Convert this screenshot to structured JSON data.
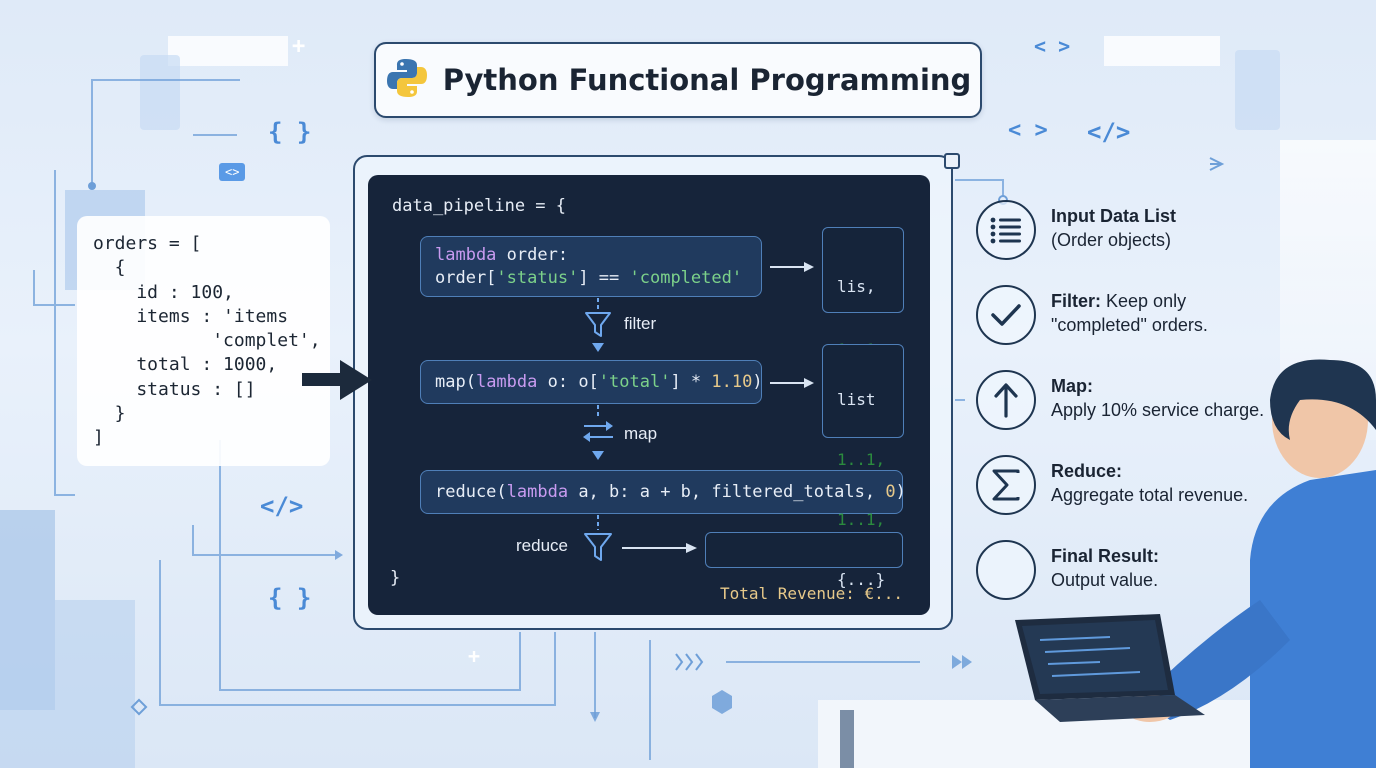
{
  "title": "Python Functional Programming",
  "icons": {
    "logo": "python-logo-icon"
  },
  "orders_card": {
    "lines": [
      "orders = [",
      "  {",
      "    id : 100,",
      "    items : 'items",
      "           'complet',",
      "    total : 1000,",
      "    status : []",
      "  }",
      "]"
    ]
  },
  "code_panel": {
    "open": "data_pipeline = {",
    "close": "}",
    "stage1": {
      "line1_kw": "lambda",
      "line1_rest": " order:",
      "line2_a": "order[",
      "line2_str1": "'status'",
      "line2_b": "] == ",
      "line2_str2": "'completed'"
    },
    "stage2": {
      "a": "map(",
      "kw": "lambda",
      "b": " o: o[",
      "str": "'total'",
      "c": "] * ",
      "num": "1.10",
      "d": ")"
    },
    "stage3": {
      "a": "reduce(",
      "kw": "lambda",
      "b": " a, b: a + b, filtered_totals, ",
      "num": "0",
      "c": ")"
    },
    "out1": [
      "lis,",
      "1..1,",
      "[...]"
    ],
    "out2": [
      "list",
      "1..1,",
      "1..1,",
      "{...}"
    ],
    "result": "Total Revenue: €...",
    "labels": {
      "filter": "filter",
      "map": "map",
      "reduce": "reduce"
    }
  },
  "legend": [
    {
      "icon": "list-icon",
      "title": "Input Data List",
      "desc": "(Order objects)"
    },
    {
      "icon": "check-icon",
      "title": "Filter:",
      "title_rest": " Keep only",
      "desc": "\"completed\" orders."
    },
    {
      "icon": "arrow-up-icon",
      "title": "Map:",
      "desc": "Apply 10% service charge."
    },
    {
      "icon": "sigma-icon",
      "title": "Reduce:",
      "desc": "Aggregate total revenue."
    },
    {
      "icon": "empty-circle-icon",
      "title": "Final Result:",
      "desc": "Output value."
    }
  ],
  "decorations": {
    "braces": "{ }",
    "code_tag": "</>",
    "chevrons": "< >",
    "chip": "<>",
    "plus": "+"
  },
  "colors": {
    "panel_bg": "#16243a",
    "frame_border": "#2c4a6e",
    "accent": "#4a8ad6",
    "keyword": "#c89bf0",
    "string": "#7cd18a"
  }
}
